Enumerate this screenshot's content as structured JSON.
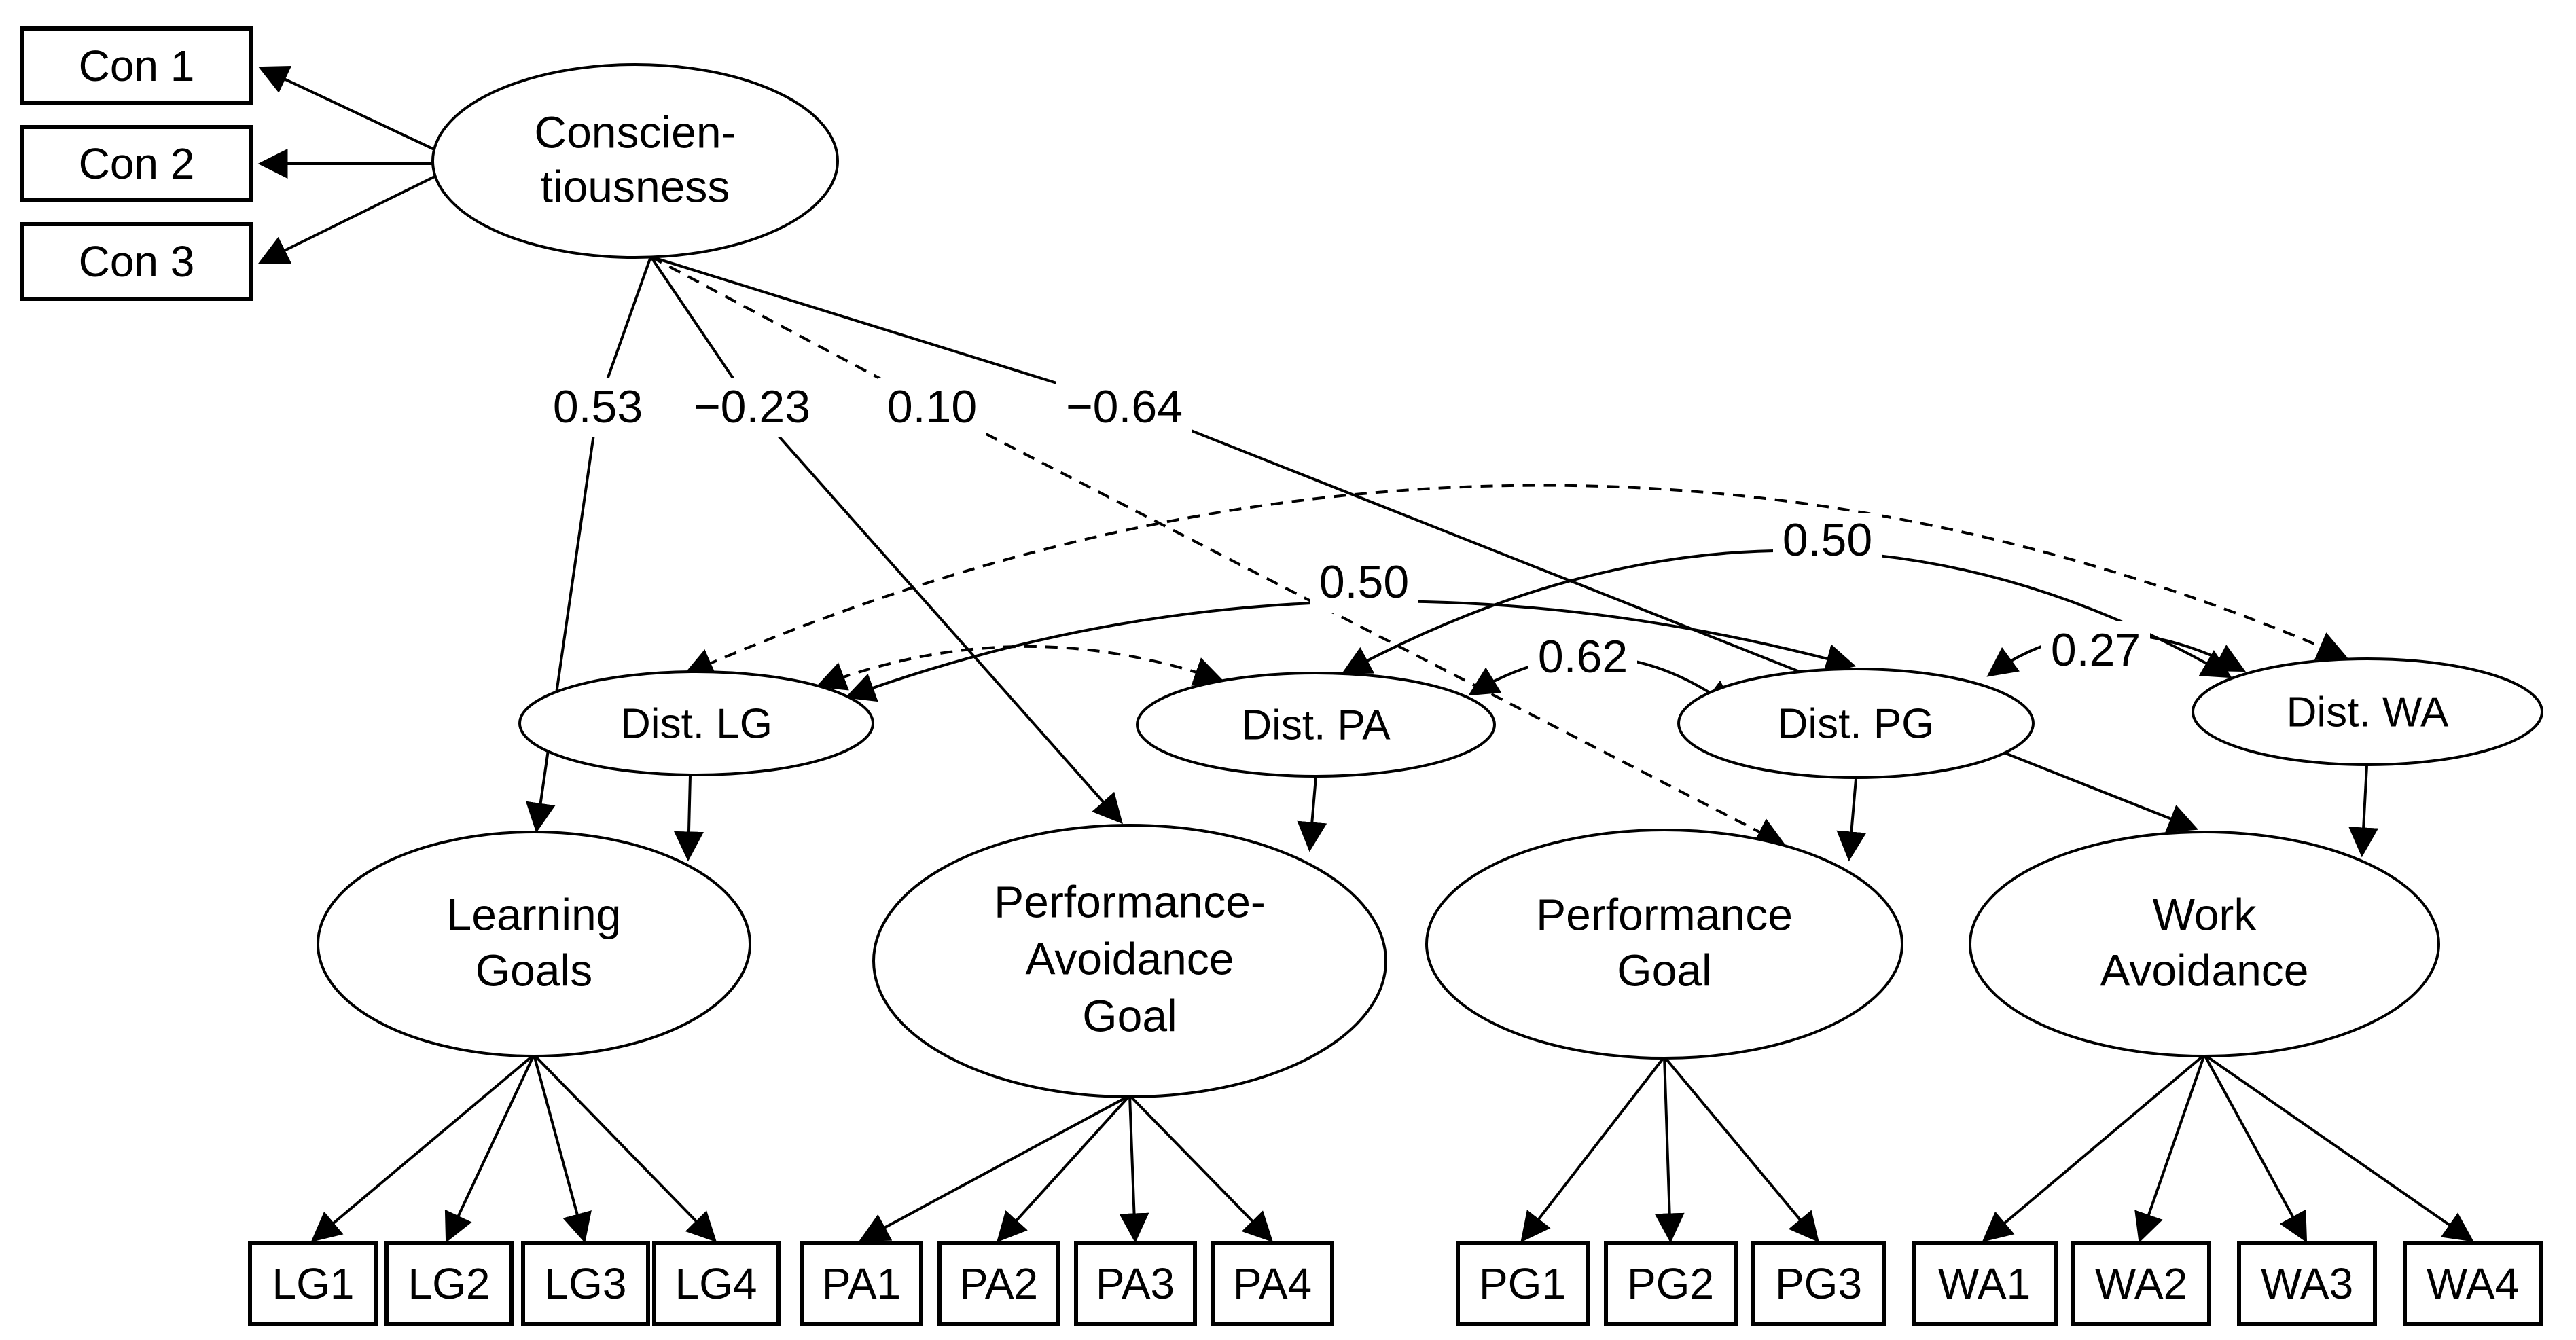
{
  "diagram": {
    "title_semantics": "Structural equation model: Conscientiousness predicting goal orientations",
    "conscientiousness": {
      "line1": "Conscien-",
      "line2": "tiousness"
    },
    "con_indicators": [
      "Con 1",
      "Con 2",
      "Con 3"
    ],
    "path_coefficients": {
      "to_learning_goals": "0.53",
      "to_performance_avoidance": "−0.23",
      "to_performance_goal": "0.10",
      "to_work_avoidance": "−0.64"
    },
    "disturbance_correlations": {
      "lg_pg": "0.50",
      "pa_wa": "0.50",
      "pa_pg": "0.62",
      "pg_wa": "0.27"
    },
    "disturbances": [
      "Dist. LG",
      "Dist. PA",
      "Dist. PG",
      "Dist. WA"
    ],
    "latent_factors": [
      {
        "line1": "Learning",
        "line2": "Goals"
      },
      {
        "line1": "Performance-",
        "line2": "Avoidance",
        "line3": "Goal"
      },
      {
        "line1": "Performance",
        "line2": "Goal"
      },
      {
        "line1": "Work",
        "line2": "Avoidance"
      }
    ],
    "indicators": {
      "lg": [
        "LG1",
        "LG2",
        "LG3",
        "LG4"
      ],
      "pa": [
        "PA1",
        "PA2",
        "PA3",
        "PA4"
      ],
      "pg": [
        "PG1",
        "PG2",
        "PG3"
      ],
      "wa": [
        "WA1",
        "WA2",
        "WA3",
        "WA4"
      ]
    },
    "colors": {
      "line": "#000000",
      "fill": "#ffffff",
      "text": "#000000"
    }
  }
}
